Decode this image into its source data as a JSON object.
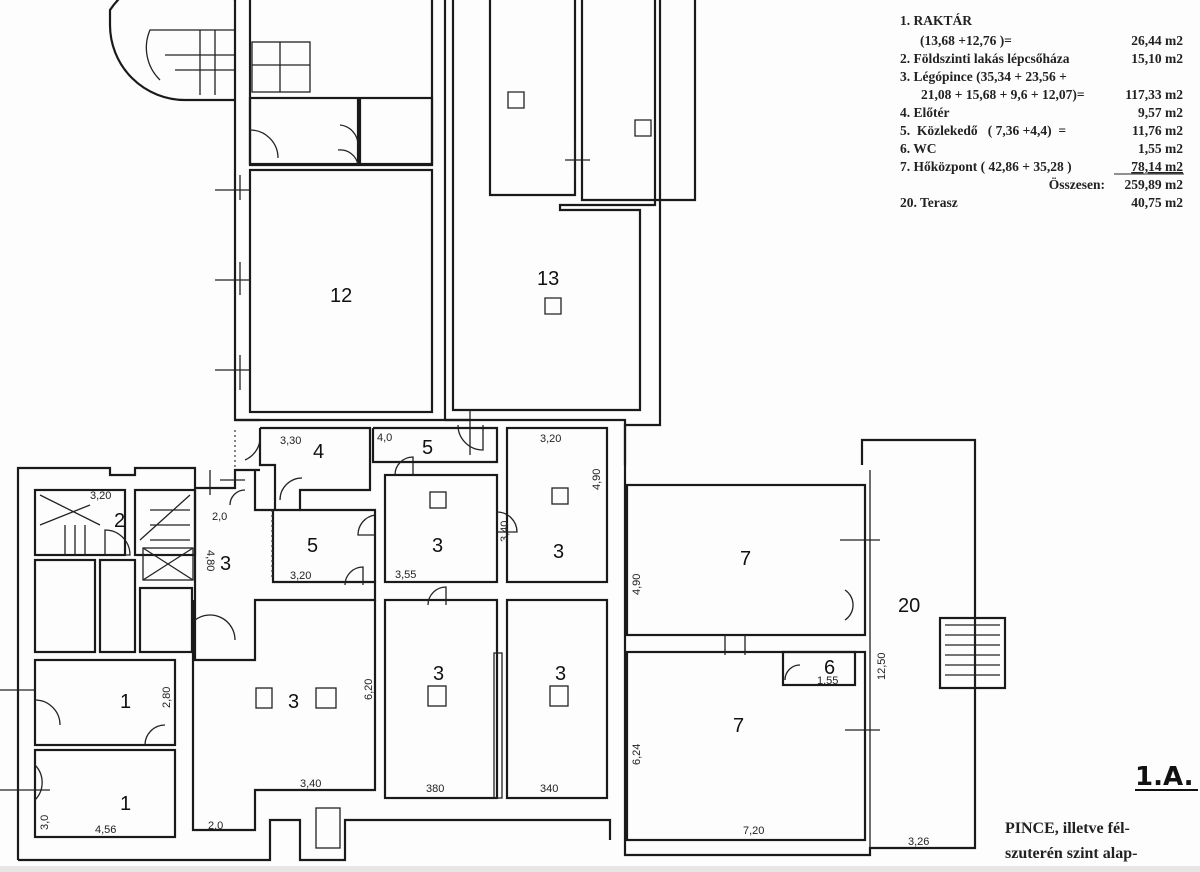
{
  "legend": [
    {
      "label": "1.  RAKTÁR",
      "value": ""
    },
    {
      "label": "(13,68 +12,76 )=",
      "value": "26,44 m2"
    },
    {
      "label": "2.  Földszinti lakás lépcsőháza",
      "value": "15,10 m2"
    },
    {
      "label": "3.  Légópince (35,34 + 23,56 +",
      "value": ""
    },
    {
      "label": "21,08 + 15,68 + 9,6 + 12,07)=",
      "value": "117,33 m2"
    },
    {
      "label": "4.  Előtér",
      "value": "9,57 m2"
    },
    {
      "label": "5.  Közlekedő   ( 7,36 +4,4)  =",
      "value": "11,76 m2"
    },
    {
      "label": "6.  WC",
      "value": "1,55 m2"
    },
    {
      "label": "7.  Hőközpont ( 42,86 + 35,28 )",
      "value": "78,14 m2"
    },
    {
      "label": "Összesen:",
      "value": "259,89 m2"
    },
    {
      "label": "20. Terasz",
      "value": "40,75 m2"
    }
  ],
  "sheet_id": "1.A.",
  "note": [
    "PINCE, illetve fél-",
    "szuterén szint alap-"
  ],
  "rooms": {
    "r12": "12",
    "r13": "13",
    "r4": "4",
    "r5a": "5",
    "r5b": "5",
    "r2": "2",
    "r3a": "3",
    "r3b": "3",
    "r3c": "3",
    "r3d": "3",
    "r3e": "3",
    "r3f": "3",
    "r1a": "1",
    "r1b": "1",
    "r7a": "7",
    "r7b": "7",
    "r6": "6",
    "r20": "20"
  },
  "dims": {
    "d330": "3,30",
    "d40": "4,0",
    "d320a": "3,20",
    "d320b": "3,20",
    "d320c": "3,20",
    "d20a": "2,0",
    "d480": "4,80",
    "d340a": "3,40",
    "d355": "3,55",
    "d490a": "4,90",
    "d280": "2,80",
    "d620": "6,20",
    "d30": "3,0",
    "d456": "4,56",
    "d20b": "2,0",
    "d340b": "3,40",
    "d380": "380",
    "d340c": "340",
    "d490b": "4,90",
    "d1250": "12,50",
    "d155": "1,55",
    "d624": "6,24",
    "d720": "7,20",
    "d326": "3,26"
  }
}
